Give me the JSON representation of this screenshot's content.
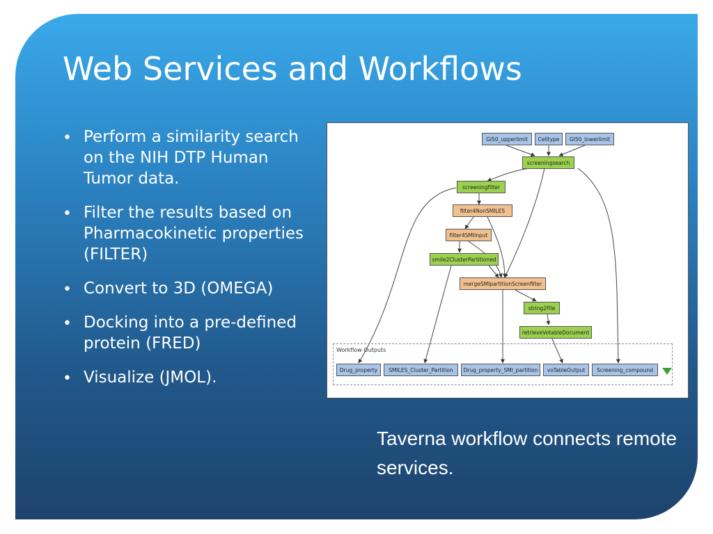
{
  "slide": {
    "title": "Web Services and Workflows",
    "bullets": [
      "Perform a similarity search on the NIH DTP Human Tumor data.",
      "Filter the results based on Pharmacokinetic properties (FILTER)",
      "Convert to 3D (OMEGA)",
      "Docking into a pre-defined protein (FRED)",
      "Visualize (JMOL)."
    ],
    "caption": "Taverna workflow connects remote services."
  },
  "workflow": {
    "inputs": [
      "GI50_upperlimit",
      "Celltype",
      "GI50_lowerlimit"
    ],
    "processors": {
      "screeningsearch": "screeningsearch",
      "screeningfilter": "screeningfilter",
      "filter4NonSMILES": "filter4NonSMILES",
      "filter4SMIinput": "filter4SMIinput",
      "smile2ClusterPartitioned": "smile2ClusterPartitioned",
      "mergeSMIpartitionScreenfilter": "mergeSMIpartitionScreenfilter",
      "string2File": "string2File",
      "retrieveVotableDocument": "retrieveVotableDocument"
    },
    "outputs_label": "Workflow Outputs",
    "outputs": [
      "Drug_property",
      "SMILES_Cluster_Partition",
      "Drug_property_SMI_partition",
      "voTableOutput",
      "Screening_compound"
    ]
  },
  "colors": {
    "input_node": "#a8c4e8",
    "processor_node": "#9bd14f",
    "local_node": "#f1c08f",
    "output_marker": "#3aa33a"
  }
}
